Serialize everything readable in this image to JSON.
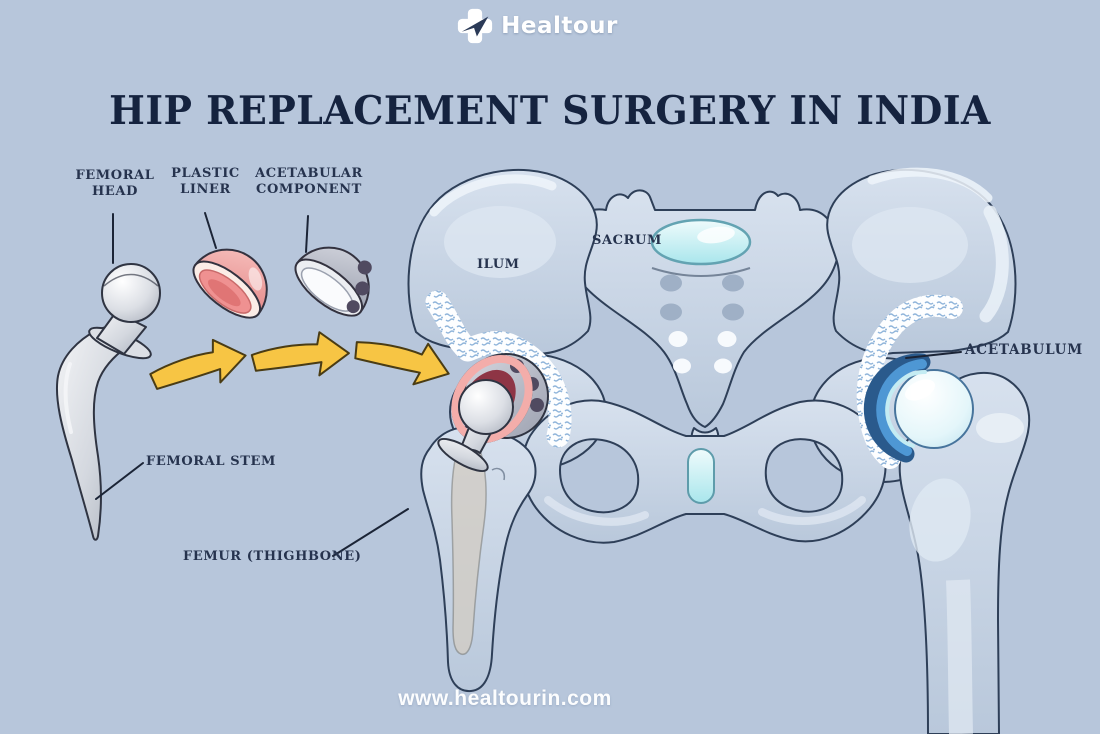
{
  "brand": {
    "name": "Healtour",
    "icon": "medical-cross-plane-icon"
  },
  "title": "HIP REPLACEMENT SURGERY IN INDIA",
  "implant_parts": {
    "femoral_head": "FEMORAL\nHEAD",
    "plastic_liner": "PLASTIC\nLINER",
    "acetabular_component": "ACETABULAR\nCOMPONENT",
    "femoral_stem": "FEMORAL STEM"
  },
  "anatomy": {
    "ilum": "ILUM",
    "sacrum": "SACRUM",
    "acetabulum": "ACETABULUM",
    "femur": "FEMUR (THIGHBONE)"
  },
  "footer": {
    "website": "www.healtourin.com"
  },
  "colors": {
    "background": "#B7C6DB",
    "title_text": "#15233F",
    "label_text": "#26334E",
    "logo_text": "#FFFFFF",
    "bone": "#C7D3E3",
    "bone_outline": "#2E3F58",
    "arrow_yellow": "#F7C544",
    "liner_pink": "#F2A6A4",
    "implant_metal": "#D9DCE2",
    "socket_blue": "#4E97D4",
    "cartilage_cyan": "#C9EFF4"
  }
}
